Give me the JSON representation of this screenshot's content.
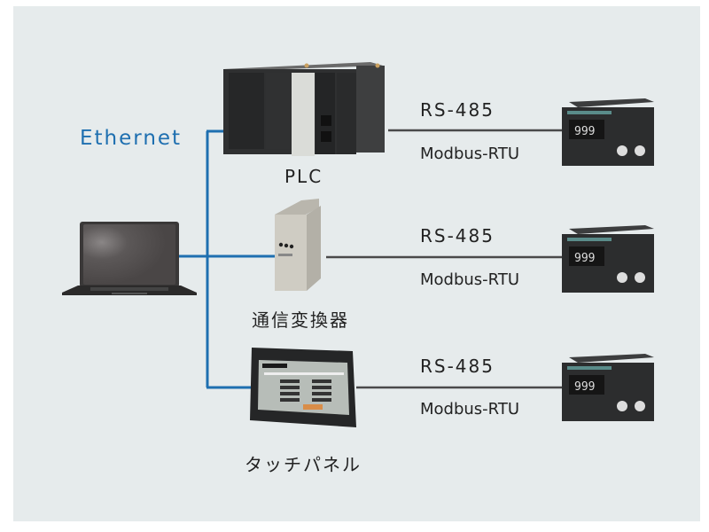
{
  "colors": {
    "background": "#ffffff",
    "panel": "#e6ebec",
    "ethernet": "#1e6fb0",
    "serial_line": "#4a4a4a",
    "text": "#222222"
  },
  "network": {
    "label": "Ethernet",
    "host": {
      "name": "laptop-icon"
    }
  },
  "rows": [
    {
      "device_label": "PLC",
      "device_icon": "plc-icon",
      "protocol": "RS-485",
      "sub_protocol": "Modbus-RTU",
      "terminal_display": "999"
    },
    {
      "device_label": "通信変換器",
      "device_icon": "converter-icon",
      "protocol": "RS-485",
      "sub_protocol": "Modbus-RTU",
      "terminal_display": "999"
    },
    {
      "device_label": "タッチパネル",
      "device_icon": "touch-panel-icon",
      "protocol": "RS-485",
      "sub_protocol": "Modbus-RTU",
      "terminal_display": "999"
    }
  ]
}
